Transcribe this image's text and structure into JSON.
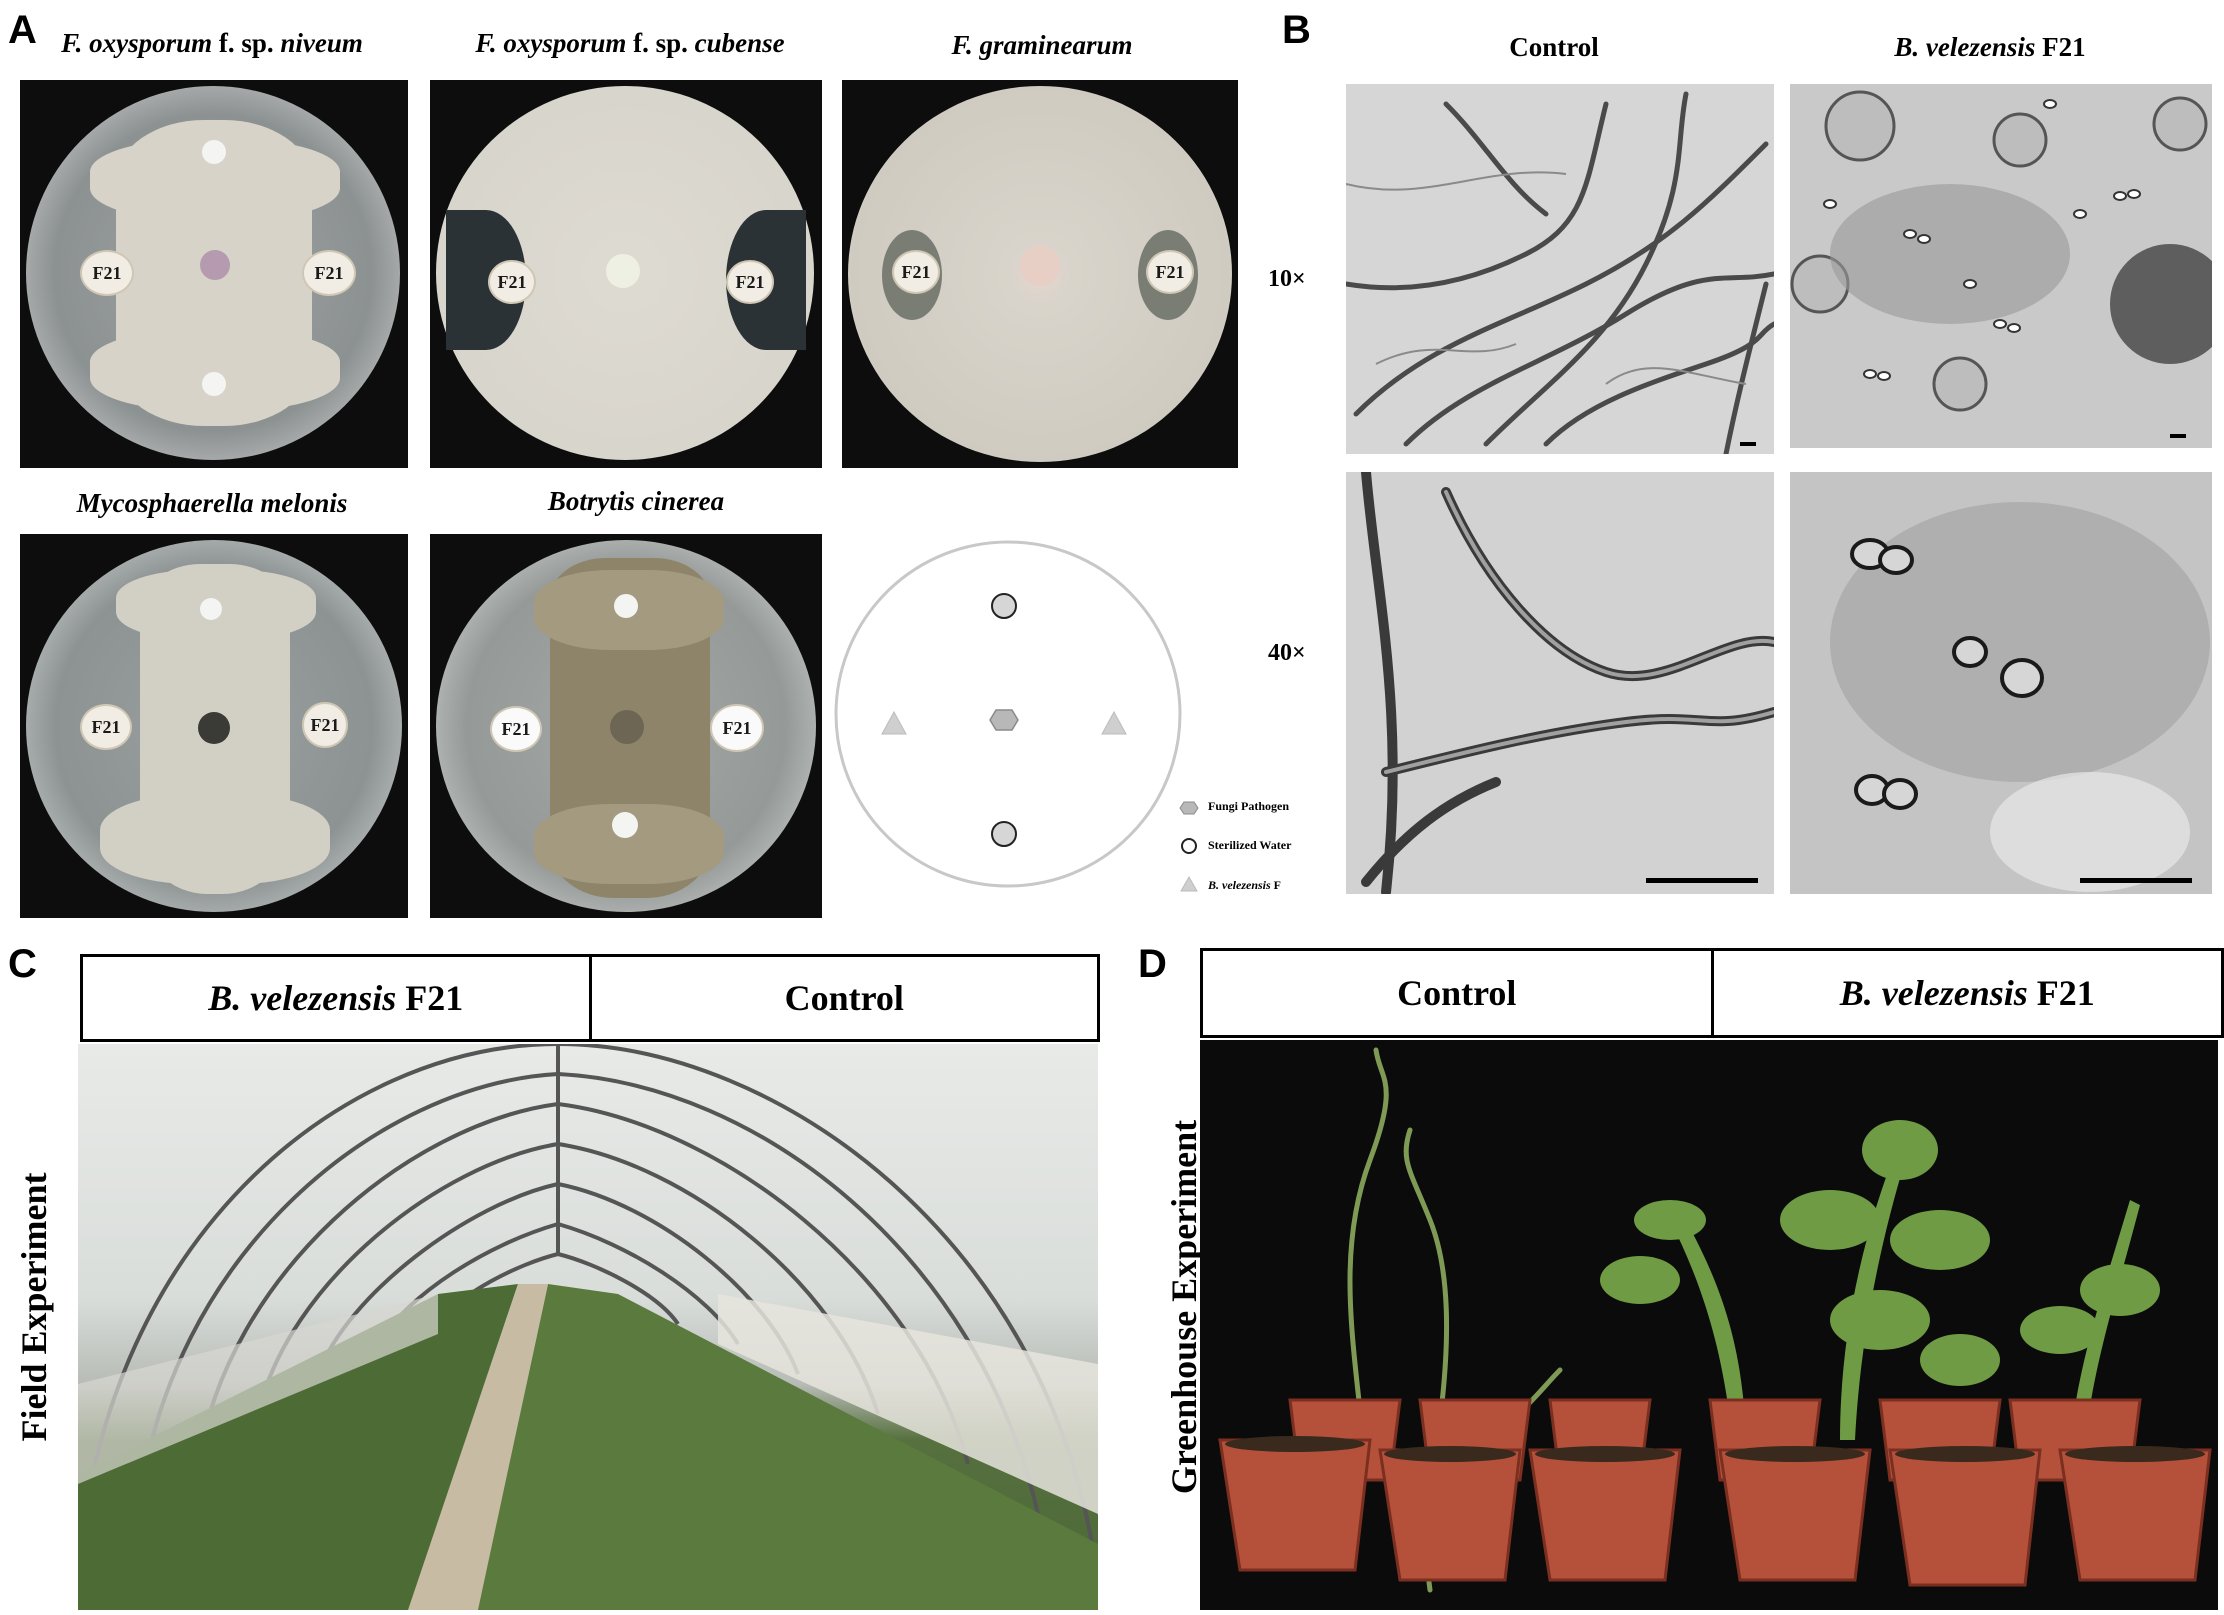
{
  "panels": {
    "A": {
      "letter": "A",
      "plates": [
        {
          "title_italic": "F. oxysporum",
          "title_mid": " f. sp. ",
          "title_italic2": "niveum",
          "left_disk": "F21",
          "right_disk": "F21"
        },
        {
          "title_italic": "F. oxysporum",
          "title_mid": " f. sp. ",
          "title_italic2": "cubense",
          "left_disk": "F21",
          "right_disk": "F21"
        },
        {
          "title_italic": "F. graminearum",
          "title_mid": "",
          "title_italic2": "",
          "left_disk": "F21",
          "right_disk": "F21"
        },
        {
          "title_italic": "Mycosphaerella melonis",
          "title_mid": "",
          "title_italic2": "",
          "left_disk": "F21",
          "right_disk": "F21"
        },
        {
          "title_italic": "Botrytis cinerea",
          "title_mid": "",
          "title_italic2": "",
          "left_disk": "F21",
          "right_disk": "F21"
        }
      ],
      "scheme_legend": {
        "pathogen": "Fungi Pathogen",
        "water": "Sterilized Water",
        "bacteria_italic": "B. velezensis",
        "bacteria_suffix": " F"
      }
    },
    "B": {
      "letter": "B",
      "col_control": "Control",
      "col_treat_italic": "B. velezensis",
      "col_treat_suffix": " F21",
      "row_10x": "10×",
      "row_40x": "40×"
    },
    "C": {
      "letter": "C",
      "header_left_italic": "B. velezensis",
      "header_left_suffix": " F21",
      "header_right": "Control",
      "side_label": "Field Experiment"
    },
    "D": {
      "letter": "D",
      "header_left": "Control",
      "header_right_italic": "B. velezensis",
      "header_right_suffix": " F21",
      "side_label": "Greenhouse Experiment"
    }
  },
  "colors": {
    "plate_background": "#0d0d0d",
    "mycelium": "#d9d6cc",
    "pot": "#b5513a",
    "plant": "#6f9a45",
    "scheme_gray": "#bdbdbd"
  }
}
